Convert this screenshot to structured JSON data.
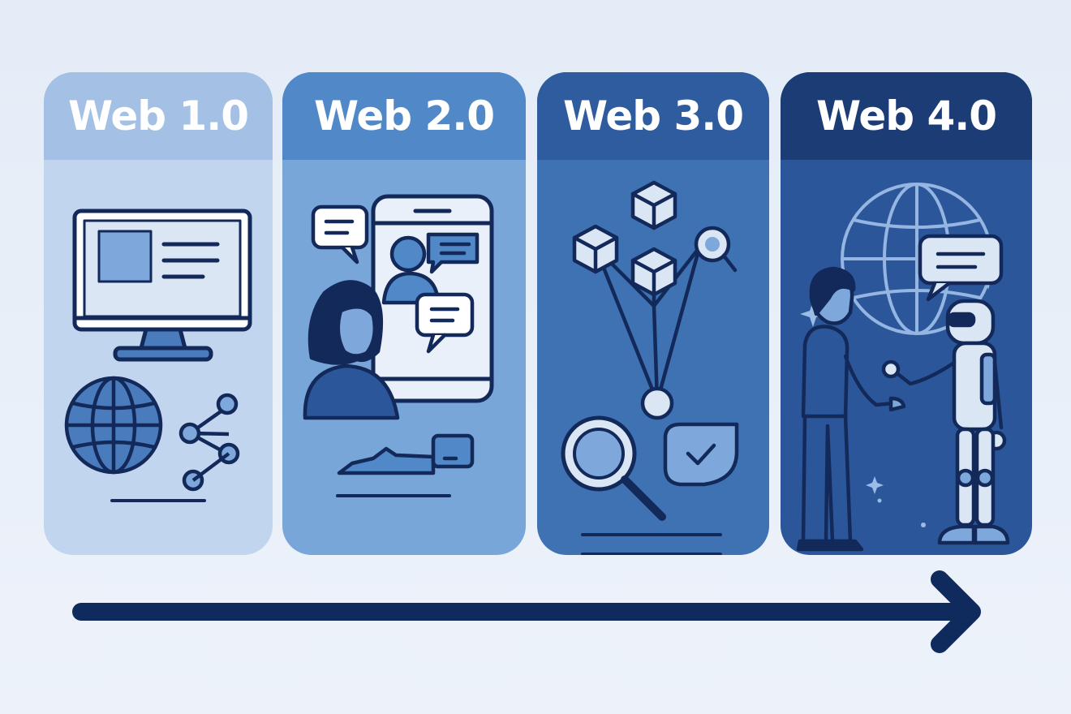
{
  "stages": [
    {
      "title": "Web 1.0",
      "header_color": "#a4c0e4",
      "body_color": "#c2d5ee",
      "icons": [
        "desktop-monitor-icon",
        "globe-icon",
        "share-nodes-icon"
      ]
    },
    {
      "title": "Web 2.0",
      "header_color": "#5189c8",
      "body_color": "#79a6d9",
      "icons": [
        "smartphone-icon",
        "chat-bubble-icon",
        "person-icon"
      ]
    },
    {
      "title": "Web 3.0",
      "header_color": "#2e5c9e",
      "body_color": "#3e72b3",
      "icons": [
        "blockchain-cubes-icon",
        "magnifier-icon",
        "verified-shield-icon"
      ]
    },
    {
      "title": "Web 4.0",
      "header_color": "#1b3c74",
      "body_color": "#2b579a",
      "icons": [
        "globe-icon",
        "robot-icon",
        "person-icon",
        "chat-bubble-icon"
      ]
    }
  ],
  "colors": {
    "outline": "#13295a",
    "background": "#e8eff9",
    "arrow": "#0f2a5c"
  }
}
